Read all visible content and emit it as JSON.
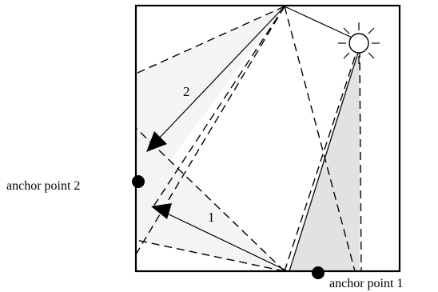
{
  "labels": {
    "anchor1": "anchor point 1",
    "anchor2": "anchor point 2",
    "arrow1": "1",
    "arrow2": "2"
  },
  "icons": {
    "light_source": "sun-icon"
  },
  "colors": {
    "stroke": "#000000",
    "light_fill": "#f4f4f4",
    "shadow_fill": "#e2e2e2",
    "background": "#ffffff"
  }
}
